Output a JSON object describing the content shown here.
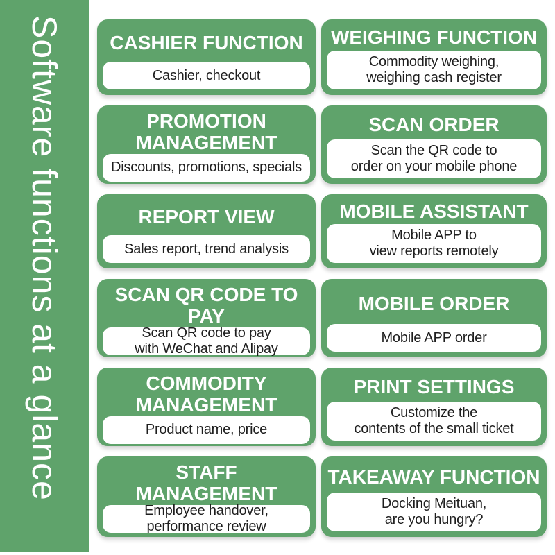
{
  "colors": {
    "green": "#5fa36b",
    "text": "#1e1e1e",
    "card_text": "#ffffff",
    "background": "#ffffff"
  },
  "sidebar": {
    "title": "Software functions at a glance"
  },
  "cards": [
    {
      "title": "CASHIER FUNCTION",
      "description": "Cashier, checkout"
    },
    {
      "title": "WEIGHING FUNCTION",
      "description": "Commodity weighing,\nweighing cash register"
    },
    {
      "title": "PROMOTION\nMANAGEMENT",
      "description": "Discounts, promotions, specials"
    },
    {
      "title": "SCAN ORDER",
      "description": "Scan the QR code to\norder on your mobile phone"
    },
    {
      "title": "REPORT VIEW",
      "description": "Sales report, trend analysis"
    },
    {
      "title": "MOBILE ASSISTANT",
      "description": "Mobile APP to\nview reports remotely"
    },
    {
      "title": "SCAN QR CODE TO PAY",
      "description": "Scan QR code to pay\nwith WeChat and Alipay"
    },
    {
      "title": "MOBILE ORDER",
      "description": "Mobile APP order"
    },
    {
      "title": "COMMODITY\nMANAGEMENT",
      "description": "Product name, price"
    },
    {
      "title": "PRINT SETTINGS",
      "description": "Customize the\ncontents of the small ticket"
    },
    {
      "title": "STAFF MANAGEMENT",
      "description": "Employee handover,\nperformance review"
    },
    {
      "title": "TAKEAWAY FUNCTION",
      "description": "Docking Meituan,\nare you hungry?"
    }
  ]
}
